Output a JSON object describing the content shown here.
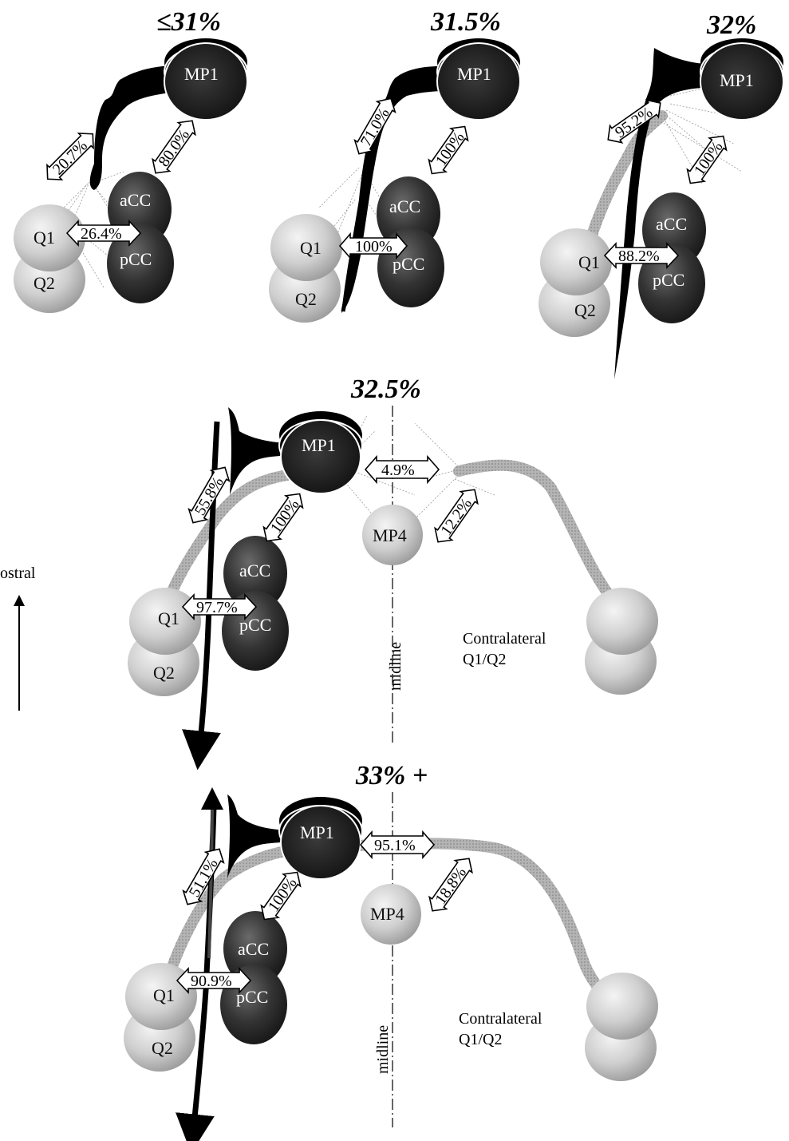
{
  "stages": [
    {
      "title": "≤31%",
      "cells": {
        "mp1": "MP1",
        "acc": "aCC",
        "pcc": "pCC",
        "q1": "Q1",
        "q2": "Q2"
      },
      "contacts": [
        {
          "label": "20.7%",
          "pair": "MP1 growth cone – Q1/Q2"
        },
        {
          "label": "80.0%",
          "pair": "MP1 – aCC"
        },
        {
          "label": "26.4%",
          "pair": "Q1 – pCC"
        }
      ]
    },
    {
      "title": "31.5%",
      "cells": {
        "mp1": "MP1",
        "acc": "aCC",
        "pcc": "pCC",
        "q1": "Q1",
        "q2": "Q2"
      },
      "contacts": [
        {
          "label": "71.0%",
          "pair": "MP1 – dMP2"
        },
        {
          "label": "100%",
          "pair": "MP1 – aCC"
        },
        {
          "label": "100%",
          "pair": "Q1 – pCC"
        }
      ]
    },
    {
      "title": "32%",
      "cells": {
        "mp1": "MP1",
        "acc": "aCC",
        "pcc": "pCC",
        "q1": "Q1",
        "q2": "Q2"
      },
      "contacts": [
        {
          "label": "95.2%",
          "pair": "MP1 – Q1 growth cone"
        },
        {
          "label": "100%",
          "pair": "MP1 – aCC"
        },
        {
          "label": "88.2%",
          "pair": "Q1 – pCC"
        }
      ]
    },
    {
      "title": "32.5%",
      "cells": {
        "mp1": "MP1",
        "acc": "aCC",
        "pcc": "pCC",
        "q1": "Q1",
        "q2": "Q2",
        "mp4": "MP4"
      },
      "contacts": [
        {
          "label": "55.8%",
          "pair": "MP1 – Q1 axon"
        },
        {
          "label": "100%",
          "pair": "MP1 – aCC"
        },
        {
          "label": "97.7%",
          "pair": "Q1 – pCC"
        },
        {
          "label": "4.9%",
          "pair": "ipsilateral – contralateral growth cones"
        },
        {
          "label": "12.2%",
          "pair": "contralateral growth cone – MP4"
        }
      ],
      "midline_label": "midline",
      "contralateral_label": [
        "Contralateral",
        "Q1/Q2"
      ]
    },
    {
      "title": "33% +",
      "cells": {
        "mp1": "MP1",
        "acc": "aCC",
        "pcc": "pCC",
        "q1": "Q1",
        "q2": "Q2",
        "mp4": "MP4"
      },
      "contacts": [
        {
          "label": "51.1%",
          "pair": "MP1 – Q1 axon"
        },
        {
          "label": "100%",
          "pair": "MP1 – aCC"
        },
        {
          "label": "90.9%",
          "pair": "Q1 – pCC"
        },
        {
          "label": "95.1%",
          "pair": "ipsilateral – contralateral axons"
        },
        {
          "label": "18.8%",
          "pair": "contralateral axon – MP4"
        }
      ],
      "midline_label": "midline",
      "contralateral_label": [
        "Contralateral",
        "Q1/Q2"
      ]
    }
  ],
  "orientation_label": "ostral",
  "colors": {
    "light_cell": "#c9c9c9",
    "dark_cell": "#303030",
    "ink": "#000000",
    "axon_gray": "#a8a8a8"
  }
}
